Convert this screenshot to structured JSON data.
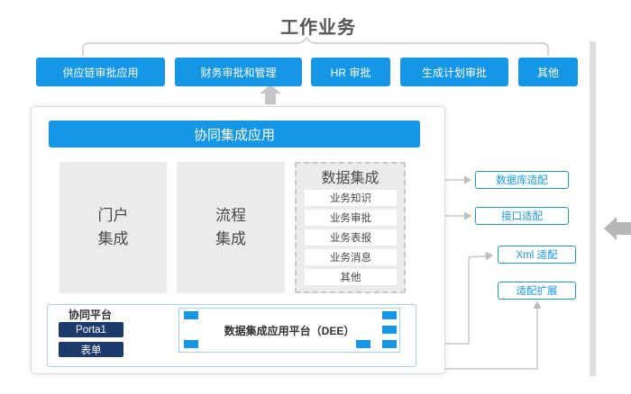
{
  "header": {
    "title": "工作业务"
  },
  "business": [
    "供应链审批应用",
    "财务审批和管理",
    "HR 审批",
    "生成计划审批",
    "其他"
  ],
  "collab": {
    "title": "协同集成应用",
    "portal": "门户\n集成",
    "process": "流程\n集成",
    "data_integration": {
      "title": "数据集成",
      "items": [
        "业务知识",
        "业务审批",
        "业务表报",
        "业务消息",
        "其他"
      ]
    }
  },
  "platform": {
    "label": "协同平台",
    "items": [
      "Porta1",
      "表单"
    ],
    "dee": "数据集成应用平台（DEE）"
  },
  "adapters": [
    "数据库适配",
    "接口适配",
    "Xml 适配",
    "适配扩展"
  ],
  "colors": {
    "accent": "#1596e6",
    "dark": "#1d3a6c",
    "gray": "#ebebeb"
  }
}
